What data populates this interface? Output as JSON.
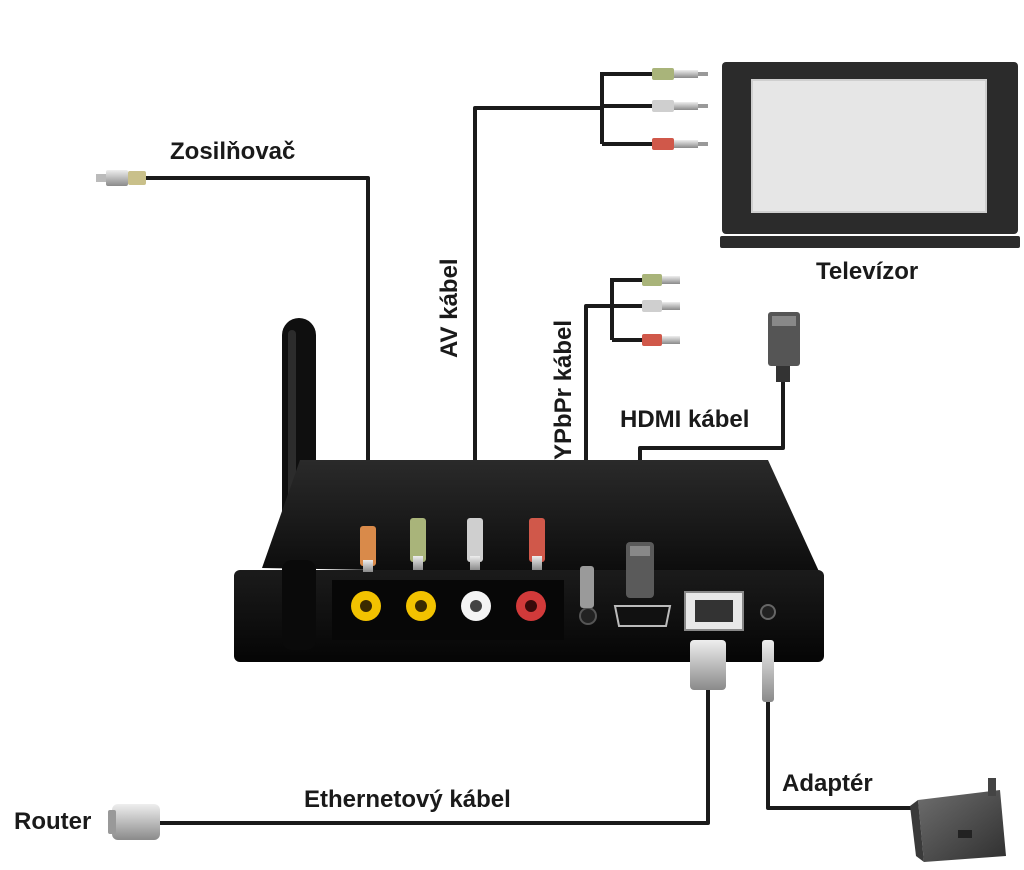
{
  "labels": {
    "amplifier": "Zosilňovač",
    "av_cable": "AV kábel",
    "tv": "Televízor",
    "ypbpr_cable": "YPbPr kábel",
    "hdmi_cable": "HDMI kábel",
    "ethernet_cable": "Ethernetový kábel",
    "router": "Router",
    "adapter": "Adaptér"
  },
  "colors": {
    "cable": "#1a1a1a",
    "device_body": "#111111",
    "jack_yellow": "#f2c200",
    "jack_white": "#f4f4f4",
    "jack_red": "#d23a3a",
    "plug_green": "#a9b47a",
    "plug_white": "#cfcfcf",
    "plug_red": "#d0584a",
    "plug_orange": "#d98a4a",
    "tv_frame": "#2b2b2b",
    "tv_screen": "#e6e6e6"
  },
  "icons": {
    "device": "media-player-box",
    "antenna": "wifi-antenna",
    "tv": "television",
    "router_plug": "ethernet-plug",
    "adapter": "power-adapter"
  }
}
